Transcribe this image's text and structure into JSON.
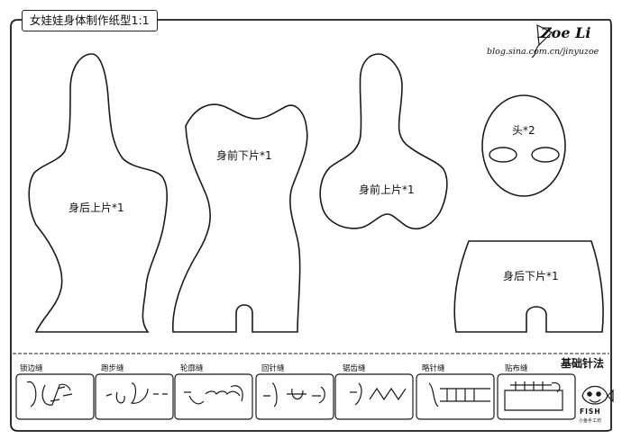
{
  "title": "女娃娃身体制作纸型1:1",
  "brand": {
    "name": "Zoe Li",
    "blog": "blog.sina.com.cn/jinyuzoe"
  },
  "pieces": [
    {
      "label": "身后上片*1"
    },
    {
      "label": "身前下片*1"
    },
    {
      "label": "身前上片*1"
    },
    {
      "label": "头*2"
    },
    {
      "label": "身后下片*1"
    }
  ],
  "stitches": {
    "title": "基础针法",
    "items": [
      {
        "name": "锁边缝"
      },
      {
        "name": "跑步缝"
      },
      {
        "name": "轮廓缝"
      },
      {
        "name": "回针缝"
      },
      {
        "name": "锯齿缝"
      },
      {
        "name": "略针缝"
      },
      {
        "name": "贴布缝"
      }
    ]
  },
  "fish_logo": {
    "text": "FISH",
    "subtext": "小鱼手工坊"
  }
}
